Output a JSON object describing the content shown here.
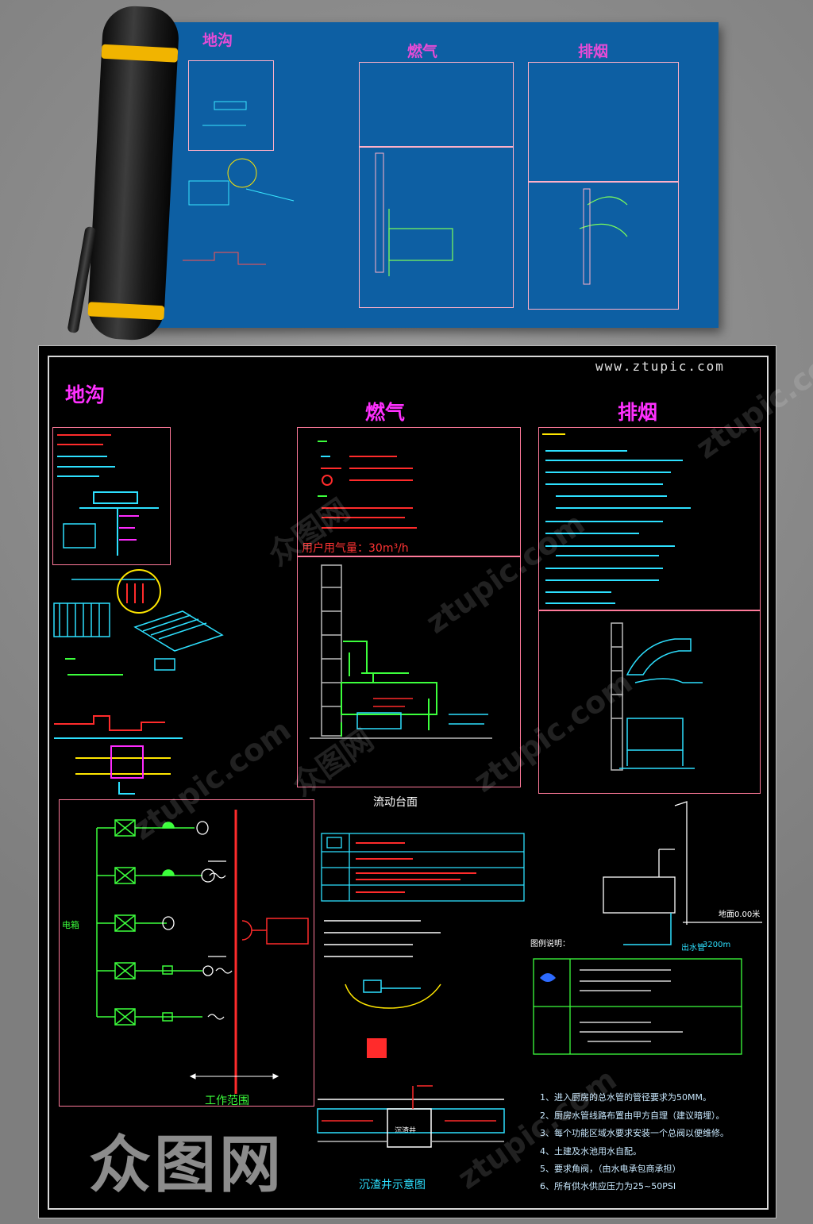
{
  "poster": {
    "titles": {
      "drain": "地沟",
      "gas": "燃气",
      "exhaust": "排烟"
    }
  },
  "sheet": {
    "url": "www.ztupic.com",
    "titles": {
      "drain": "地沟",
      "gas": "燃气",
      "exhaust": "排烟"
    },
    "gas_rate": "用户用气量：30m³/h",
    "mobile_counter": "流动台面",
    "work_range": "工作范围",
    "electric_label": "电箱",
    "grease_trap": "沉渣井示意图",
    "trench_label": "沉渣井",
    "notes": [
      "1、进入厨房的总水管的管径要求为50MM。",
      "2、厨房水管线路布置由甲方自理（建议暗埋）。",
      "3、每个功能区域水要求安装一个总阀以便维修。",
      "4、土建及水池用水自配。",
      "5、要求角阀，（由水电承包商承担）",
      "6、所有供水供应压力为25~50PSI"
    ],
    "floor_label": "地面0.00米",
    "drain_label": "出水管",
    "drain_dim": "3200m",
    "legend_title": "图例说明："
  },
  "watermarks": {
    "brand": "众图网",
    "site": "ztupic.com"
  },
  "colors": {
    "blue_poster": "#0d5fa3",
    "sheet_bg": "#000000",
    "magenta": "#ff30ff",
    "pink_frame": "#ff7a9a",
    "cyan": "#2de0ff",
    "green": "#3cff3c",
    "yellow": "#ffe600",
    "red": "#ff2b2b"
  }
}
